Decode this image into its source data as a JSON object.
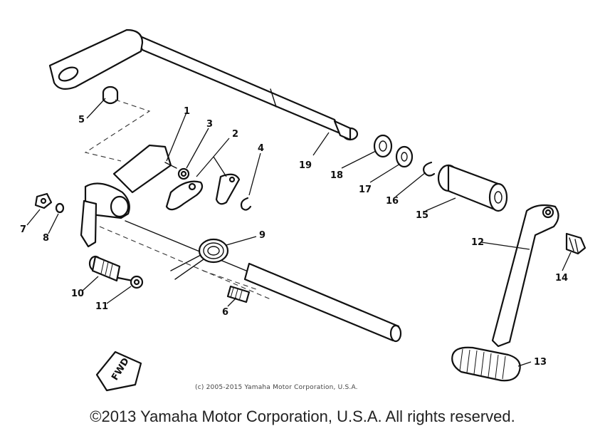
{
  "diagram": {
    "part_labels": [
      "1",
      "2",
      "3",
      "4",
      "5",
      "6",
      "7",
      "8",
      "9",
      "10",
      "11",
      "12",
      "13",
      "14",
      "15",
      "16",
      "17",
      "18",
      "19"
    ],
    "front_marker": "FWD",
    "inner_copyright": "(c) 2005-2015 Yamaha Motor Corporation, U.S.A."
  },
  "footer": {
    "copyright": "©2013 Yamaha Motor Corporation, U.S.A. All rights reserved."
  }
}
